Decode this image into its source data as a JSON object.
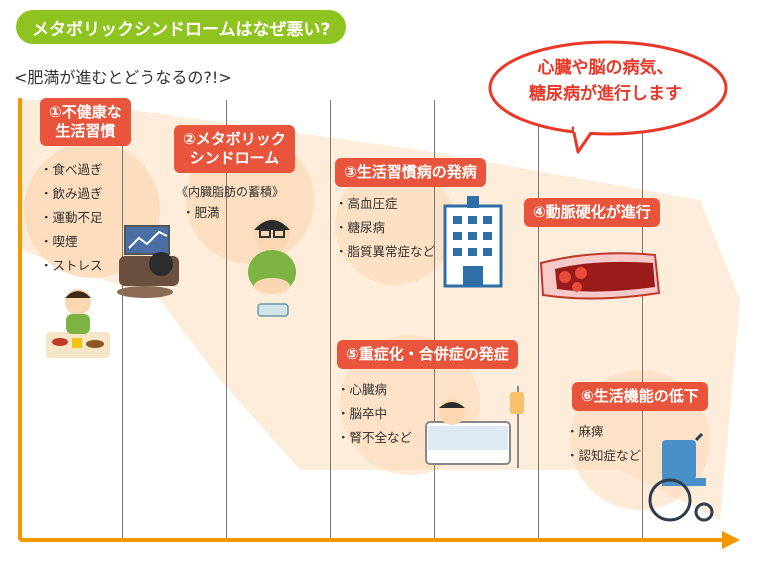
{
  "header": {
    "title": "メタボリックシンドロームはなぜ悪い?",
    "subtitle": "<肥満が進むとどうなるの?!>"
  },
  "bubble": {
    "line1": "心臓や脳の病気、",
    "line2": "糖尿病が進行します"
  },
  "steps": [
    {
      "label_line1": "①不健康な",
      "label_line2": "生活習慣",
      "items": [
        "・食べ過ぎ",
        "・飲み過ぎ",
        "・運動不足",
        "・喫煙",
        "・ストレス"
      ]
    },
    {
      "label_line1": "②メタボリック",
      "label_line2": "シンドローム",
      "note": "《内臓脂肪の蓄積》",
      "items": [
        "・肥満"
      ]
    },
    {
      "label": "③生活習慣病の発病",
      "items": [
        "・高血圧症",
        "・糖尿病",
        "・脂質異常症など"
      ]
    },
    {
      "label": "④動脈硬化が進行"
    },
    {
      "label": "⑤重症化・合併症の発症",
      "items": [
        "・心臓病",
        "・脳卒中",
        "・腎不全など"
      ]
    },
    {
      "label": "⑥生活機能の低下",
      "items": [
        "・麻痺",
        "・認知症など"
      ]
    }
  ],
  "colors": {
    "title_green": "#8fc31f",
    "step_red": "#e8553c",
    "arrow_orange": "#f39800",
    "band_peach": "#fde3c8",
    "bubble_red": "#e83828"
  }
}
